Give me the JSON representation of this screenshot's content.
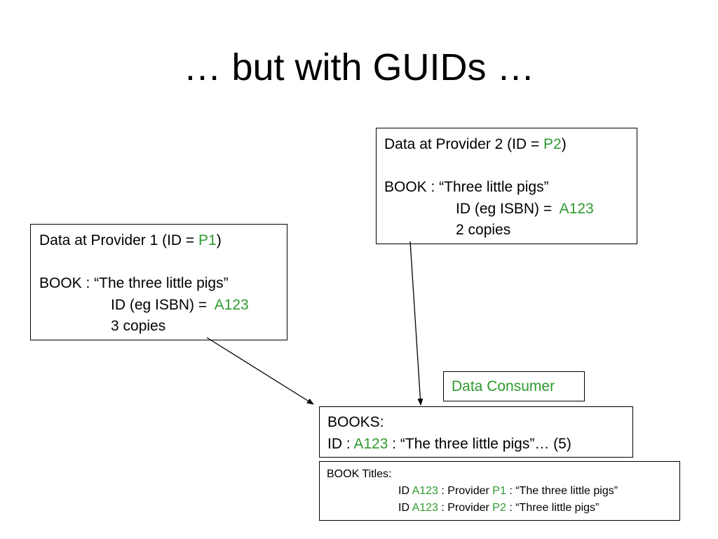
{
  "title": "… but with GUIDs …",
  "colors": {
    "accent": "#2e9a2e",
    "text": "#000000",
    "border": "#000000"
  },
  "provider1": {
    "heading_prefix": "Data at Provider 1 (ID = ",
    "heading_id": "P1",
    "heading_suffix": ")",
    "book_line": "BOOK : “The three little pigs”",
    "id_prefix": "ID (eg ISBN) =  ",
    "id_value": "A123",
    "copies": "3 copies"
  },
  "provider2": {
    "heading_prefix": "Data at Provider 2 (ID = ",
    "heading_id": "P2",
    "heading_suffix": ")",
    "book_line": "BOOK : “Three little pigs”",
    "id_prefix": "ID (eg ISBN) =  ",
    "id_value": "A123",
    "copies": "2 copies"
  },
  "consumer": {
    "label": "Data Consumer"
  },
  "books": {
    "heading": "BOOKS:",
    "id_prefix": "ID : ",
    "id_value": "A123",
    "id_suffix": " : “The three little pigs”… (5)"
  },
  "titles": {
    "heading": "BOOK Titles:",
    "rows": [
      {
        "id_prefix": "ID ",
        "id_value": "A123",
        "provider_prefix": " : Provider ",
        "provider_id": "P1",
        "title": " : “The three little pigs”"
      },
      {
        "id_prefix": "ID ",
        "id_value": "A123",
        "provider_prefix": " : Provider ",
        "provider_id": "P2",
        "title": " : “Three little pigs”"
      }
    ]
  }
}
